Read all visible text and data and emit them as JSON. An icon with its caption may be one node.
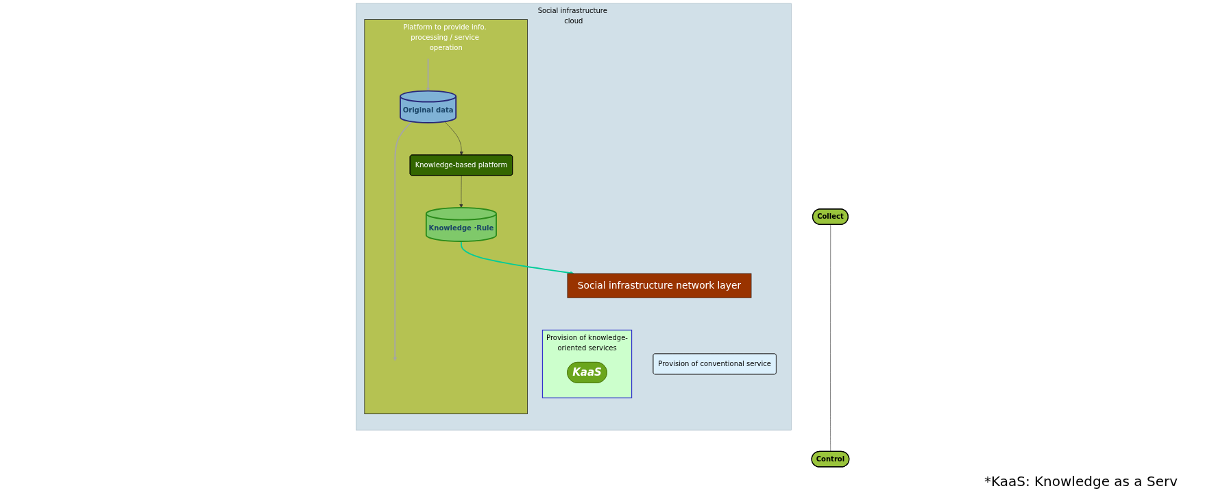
{
  "diagram": {
    "nodes": [
      {
        "text": [
          "Social infrastructure cloud"
        ]
      },
      {
        "text": [
          "Collect"
        ]
      },
      {
        "text": [
          "Control"
        ]
      },
      {
        "text": [
          "Social infrastructure network layer"
        ],
        "in": 0
      },
      {
        "text": [
          "Provision of conventional service"
        ],
        "in": 0
      },
      {
        "text": [
          "Provision of knowledge-oriented services"
        ],
        "in": 0
      },
      {
        "text": [
          "KaaS"
        ],
        "in": 5
      },
      {
        "text": [
          "Platform to provide info. processing / service operation"
        ],
        "in": 0
      },
      {
        "text": [
          "Original data"
        ],
        "in": 7
      },
      {
        "text": [
          "Knowledge-based platform"
        ],
        "in": 7
      },
      {
        "text": [
          "Knowledge ·Rule"
        ],
        "in": 7
      }
    ],
    "edges": [
      {
        "from": 1,
        "to": 2,
        "arrow": "none"
      },
      {
        "from": null,
        "to": 8,
        "arrow": "to",
        "color": "#a6a6a6"
      },
      {
        "from": 8,
        "to": null,
        "arrow": "to",
        "color": "#a6a6a6"
      },
      {
        "from": 8,
        "to": 9,
        "arrow": "to"
      },
      {
        "from": 9,
        "to": 10,
        "arrow": "to"
      },
      {
        "from": 10,
        "to": 3,
        "arrow": "to",
        "color": "#00cc99"
      }
    ],
    "labels": [
      "*KaaS: Knowledge as a Serv"
    ]
  }
}
